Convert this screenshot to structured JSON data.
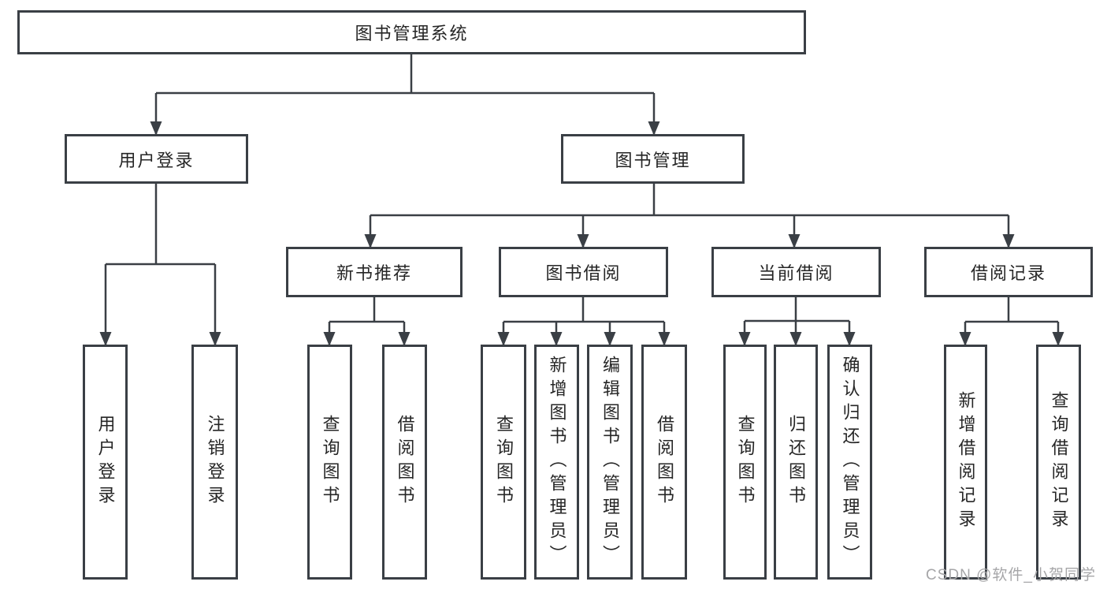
{
  "diagram": {
    "title": "图书管理系统",
    "watermark": "CSDN @软件_小贺同学",
    "colors": {
      "line": "#3a3f45",
      "text": "#262626",
      "watermark": "#a6a6a8",
      "background": "#ffffff"
    },
    "nodes": {
      "root": {
        "label": "图书管理系统"
      },
      "user_login": {
        "label": "用户登录"
      },
      "book_mgmt": {
        "label": "图书管理"
      },
      "new_book": {
        "label": "新书推荐"
      },
      "book_borrow": {
        "label": "图书借阅"
      },
      "current_borrow": {
        "label": "当前借阅"
      },
      "borrow_records": {
        "label": "借阅记录"
      },
      "leaf_user_login": {
        "label": "用户登录",
        "parent": "用户登录"
      },
      "leaf_logout": {
        "label": "注销登录",
        "parent": "用户登录"
      },
      "leaf_nbr_query": {
        "label": "查询图书",
        "parent": "新书推荐"
      },
      "leaf_nbr_borrow": {
        "label": "借阅图书",
        "parent": "新书推荐"
      },
      "leaf_bb_query": {
        "label": "查询图书",
        "parent": "图书借阅"
      },
      "leaf_bb_add": {
        "label": "新增图书（管理员）",
        "parent": "图书借阅"
      },
      "leaf_bb_edit": {
        "label": "编辑图书（管理员）",
        "parent": "图书借阅"
      },
      "leaf_bb_borrow": {
        "label": "借阅图书",
        "parent": "图书借阅"
      },
      "leaf_cb_query": {
        "label": "查询图书",
        "parent": "当前借阅"
      },
      "leaf_cb_return": {
        "label": "归还图书",
        "parent": "当前借阅"
      },
      "leaf_cb_confirm": {
        "label": "确认归还（管理员）",
        "parent": "当前借阅"
      },
      "leaf_br_add": {
        "label": "新增借阅记录",
        "parent": "借阅记录"
      },
      "leaf_br_query": {
        "label": "查询借阅记录",
        "parent": "借阅记录"
      }
    }
  }
}
